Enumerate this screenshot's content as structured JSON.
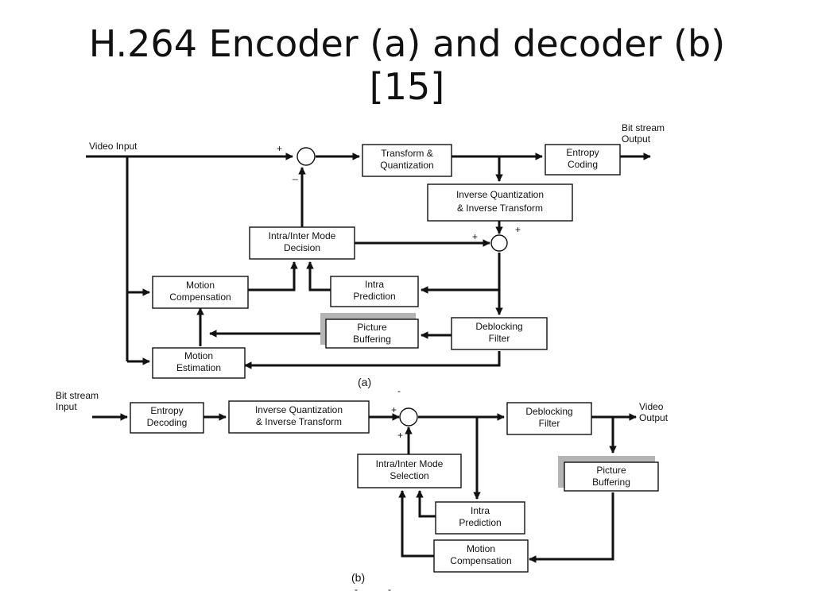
{
  "title": {
    "line1": "H.264 Encoder (a)  and decoder (b)",
    "line2": "[15]"
  },
  "encoder": {
    "video_input": "Video Input",
    "bitstream_output": [
      "Bit stream",
      "Output"
    ],
    "transform_quant": [
      "Transform &",
      "Quantization"
    ],
    "entropy_coding": [
      "Entropy",
      "Coding"
    ],
    "inverse_quant": [
      "Inverse Quantization",
      "& Inverse Transform"
    ],
    "mode_decision": [
      "Intra/Inter Mode",
      "Decision"
    ],
    "motion_comp": [
      "Motion",
      "Compensation"
    ],
    "intra_pred": [
      "Intra",
      "Prediction"
    ],
    "picture_buffer": [
      "Picture",
      "Buffering"
    ],
    "deblocking": [
      "Deblocking",
      "Filter"
    ],
    "motion_est": [
      "Motion",
      "Estimation"
    ],
    "caption": "(a)",
    "signs": {
      "plus": "+",
      "minus": "_"
    }
  },
  "decoder": {
    "bitstream_input": [
      "Bit stream",
      "Input"
    ],
    "video_output": [
      "Video",
      "Output"
    ],
    "entropy_decoding": [
      "Entropy",
      "Decoding"
    ],
    "inverse_quant": [
      "Inverse Quantization",
      "& Inverse Transform"
    ],
    "deblocking": [
      "Deblocking",
      "Filter"
    ],
    "mode_selection": [
      "Intra/Inter Mode",
      "Selection"
    ],
    "picture_buffer": [
      "Picture",
      "Buffering"
    ],
    "intra_pred": [
      "Intra",
      "Prediction"
    ],
    "motion_comp": [
      "Motion",
      "Compensation"
    ],
    "caption": "(b)",
    "signs": {
      "plus": "+",
      "dash": "-"
    }
  }
}
